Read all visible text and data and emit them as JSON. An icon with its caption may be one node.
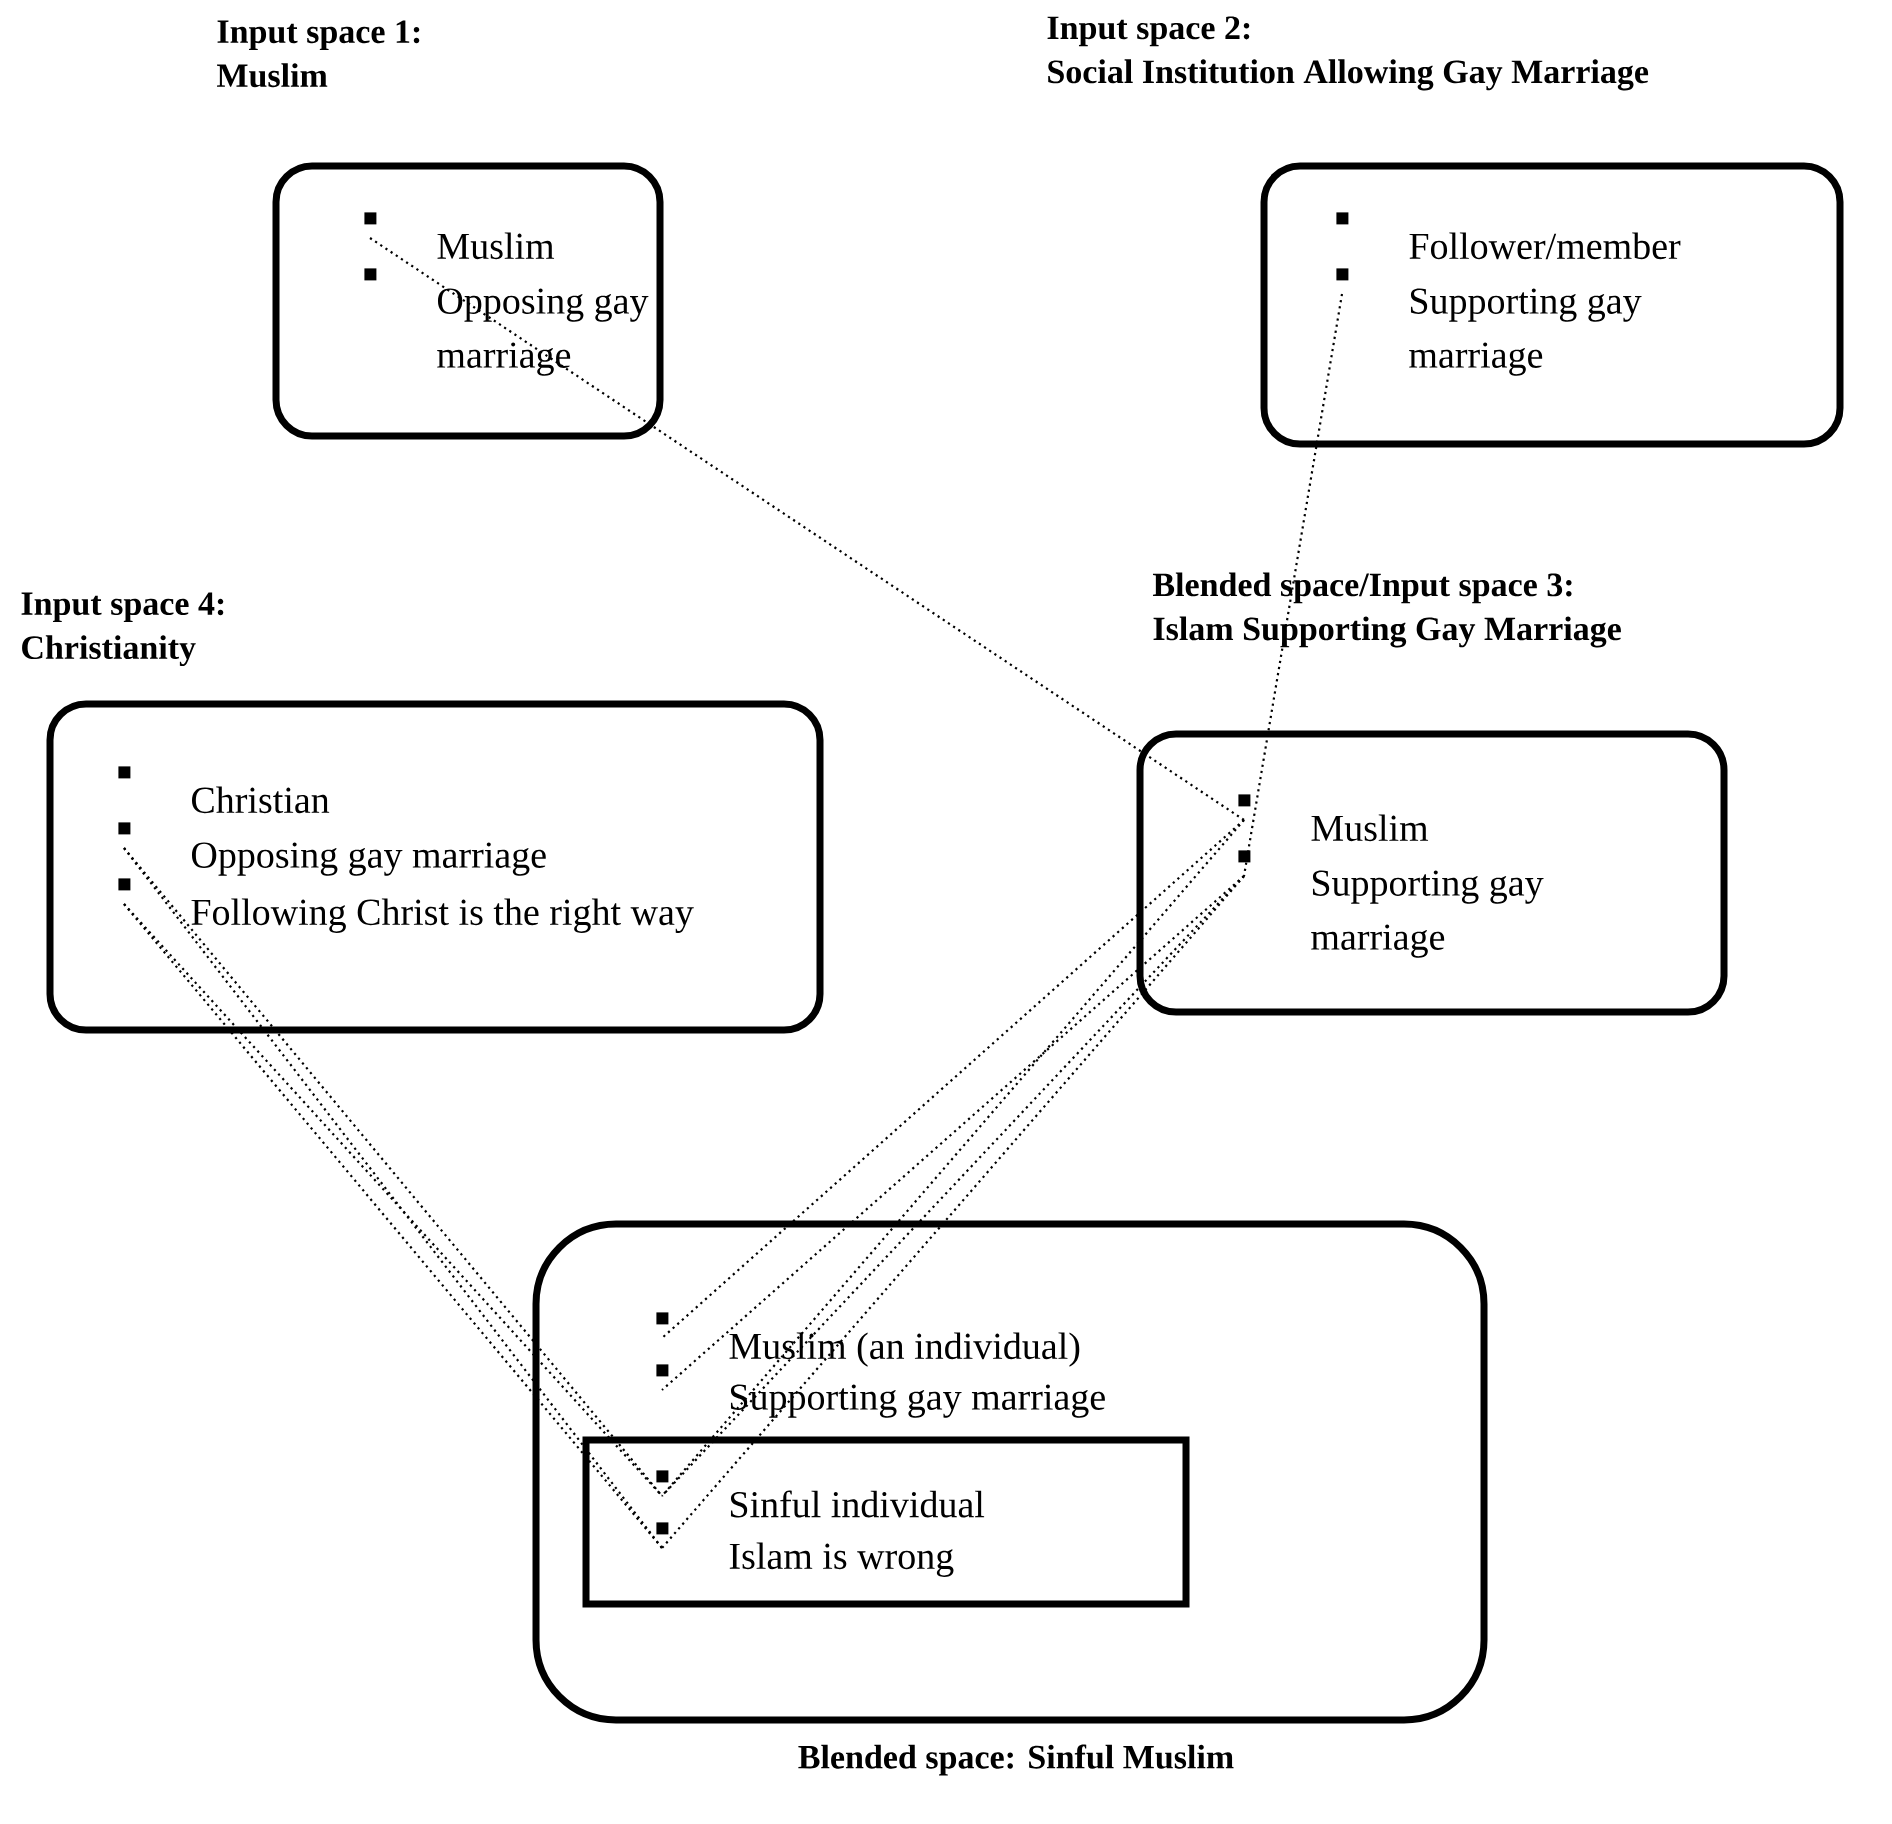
{
  "diagram": {
    "nodes": [
      {
        "text": [
          "Input space 1:",
          "Muslim"
        ]
      },
      {
        "text": [
          "Muslim"
        ],
        "in": 0
      },
      {
        "text": [
          "Opposing gay marriage"
        ],
        "in": 0
      },
      {
        "text": [
          "Input space 2:",
          "Social Institution Allowing Gay Marriage"
        ]
      },
      {
        "text": [
          "Follower/member"
        ],
        "in": 3
      },
      {
        "text": [
          "Supporting gay marriage"
        ],
        "in": 3
      },
      {
        "text": [
          "Input space 4:",
          "Christianity"
        ]
      },
      {
        "text": [
          "Christian"
        ],
        "in": 6
      },
      {
        "text": [
          "Opposing gay marriage"
        ],
        "in": 6
      },
      {
        "text": [
          "Following Christ is the right way"
        ],
        "in": 6
      },
      {
        "text": [
          "Blended space/Input space 3:",
          "Islam Supporting Gay Marriage"
        ]
      },
      {
        "text": [
          "Muslim"
        ],
        "in": 10
      },
      {
        "text": [
          "Supporting gay marriage"
        ],
        "in": 10
      },
      {
        "text": [
          "Blended space: Sinful Muslim"
        ]
      },
      {
        "text": [
          "Muslim (an individual)"
        ],
        "in": 13
      },
      {
        "text": [
          "Supporting gay marriage"
        ],
        "in": 13
      },
      {
        "text": [],
        "shape": "box",
        "in": 13
      },
      {
        "text": [
          "Sinful individual"
        ],
        "in": 16
      },
      {
        "text": [
          "Islam is wrong"
        ],
        "in": 16
      }
    ],
    "edges": [
      {
        "from": 1,
        "to": 11,
        "arrow": "none"
      },
      {
        "from": 5,
        "to": 12,
        "arrow": "none"
      },
      {
        "from": 11,
        "to": 14,
        "arrow": "none"
      },
      {
        "from": 11,
        "to": 17,
        "arrow": "none"
      },
      {
        "from": 12,
        "to": 15,
        "arrow": "none"
      },
      {
        "from": 12,
        "to": 17,
        "arrow": "none"
      },
      {
        "from": 12,
        "to": 18,
        "arrow": "none"
      },
      {
        "from": 8,
        "to": 17,
        "arrow": "none"
      },
      {
        "from": 8,
        "to": 18,
        "arrow": "none"
      },
      {
        "from": 9,
        "to": 17,
        "arrow": "none"
      },
      {
        "from": 9,
        "to": 18,
        "arrow": "none"
      }
    ]
  }
}
